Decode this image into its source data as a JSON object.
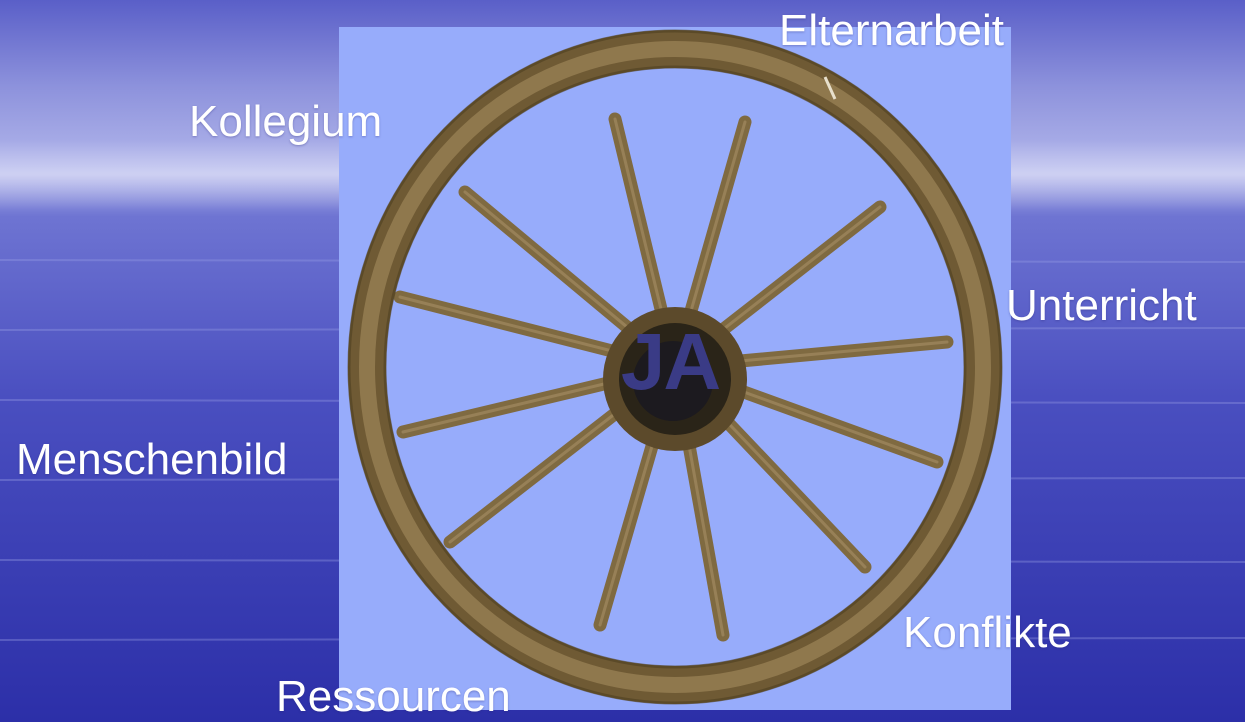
{
  "hub_label": "JA",
  "labels": {
    "elternarbeit": "Elternarbeit",
    "kollegium": "Kollegium",
    "unterricht": "Unterricht",
    "menschenbild": "Menschenbild",
    "konflikte": "Konflikte",
    "ressourcen": "Ressourcen"
  },
  "colors": {
    "panel": "#97acfb",
    "wood": "#8a7548",
    "hub_text": "#3a3b86",
    "label_text": "#ffffff"
  }
}
